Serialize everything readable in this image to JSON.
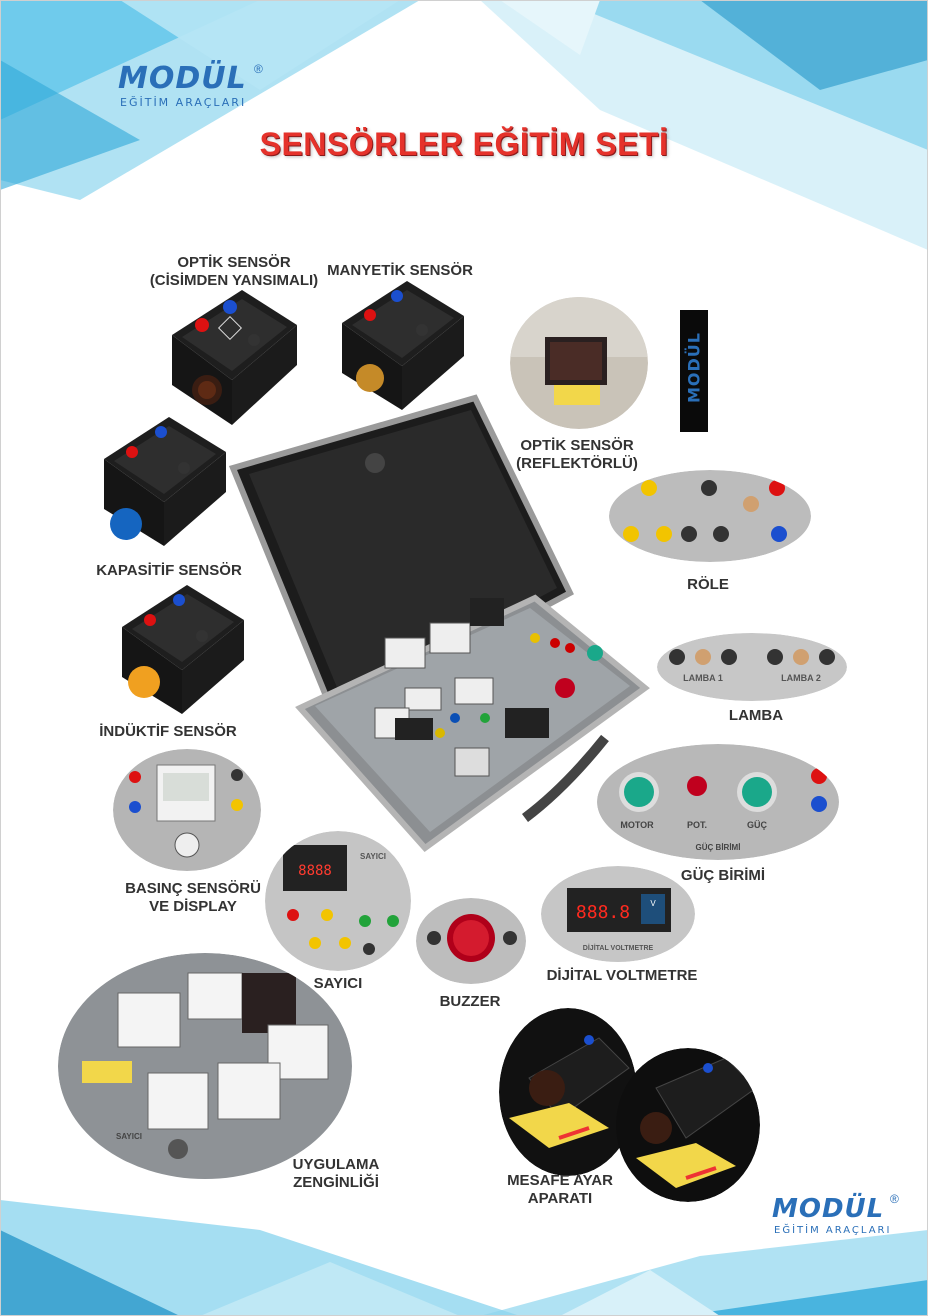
{
  "header": {
    "logo_brand": "MODÜL",
    "logo_registered": "®",
    "logo_sub": "EĞİTİM ARAÇLARI",
    "title": "SENSÖRLER EĞİTİM SETİ"
  },
  "labels": {
    "optik_yansimali_1": "OPTİK SENSÖR",
    "optik_yansimali_2": "(CİSİMDEN YANSIMALI)",
    "manyetik": "MANYETİK SENSÖR",
    "optik_reflektorlu_1": "OPTİK SENSÖR",
    "optik_reflektorlu_2": "(REFLEKTÖRLÜ)",
    "kapasitif": "KAPASİTİF SENSÖR",
    "role": "RÖLE",
    "induktif": "İNDÜKTİF SENSÖR",
    "lamba": "LAMBA",
    "basinc_1": "BASINÇ SENSÖRÜ",
    "basinc_2": "VE DİSPLAY",
    "guc_birimi": "GÜÇ BİRİMİ",
    "sayici": "SAYICI",
    "buzzer": "BUZZER",
    "voltmetre": "DİJİTAL VOLTMETRE",
    "uygulama_1": "UYGULAMA",
    "uygulama_2": "ZENGİNLİĞİ",
    "mesafe_1": "MESAFE AYAR",
    "mesafe_2": "APARATI"
  },
  "photo_texts": {
    "lamba_1": "LAMBA 1",
    "lamba_2": "LAMBA 2",
    "motor": "MOTOR",
    "pot": "POT.",
    "guc": "GÜÇ",
    "guc_birimi_panel": "GÜÇ BİRİMİ",
    "sayici_panel": "SAYICI",
    "voltmetre_panel": "DİJİTAL VOLTMETRE",
    "voltmetre_display": "888.8",
    "voltmetre_v": "V",
    "sayici_display": "8888",
    "uygulama_panel": "SAYICI",
    "vertical_brand": "MODÜL"
  },
  "colors": {
    "accent_red": "#e5322b",
    "brand_blue": "#2a6fb8",
    "light_blue": "#5fc6ea",
    "dark_blue": "#1a8fc4"
  }
}
